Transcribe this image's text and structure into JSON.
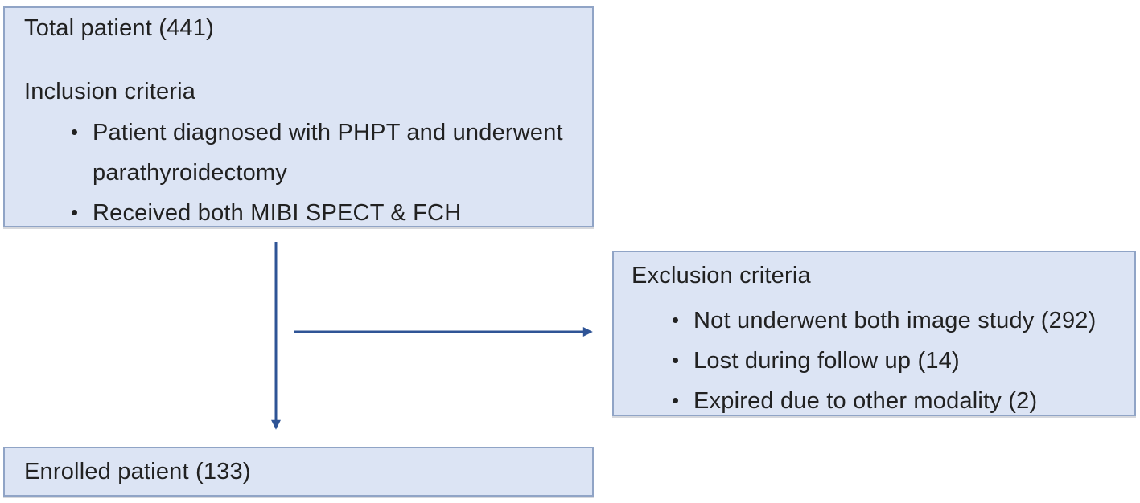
{
  "colors": {
    "box_fill": "#dce4f4",
    "box_border": "#90a4c6",
    "arrow": "#2f5496",
    "text": "#212121",
    "background": "#ffffff"
  },
  "boxes": {
    "total_patient": {
      "title": "Total patient (441)",
      "heading": "Inclusion criteria",
      "bullets": [
        "Patient diagnosed with PHPT and underwent parathyroidectomy",
        "Received both MIBI SPECT & FCH"
      ]
    },
    "exclusion": {
      "heading": "Exclusion criteria",
      "bullets": [
        "Not underwent both image study (292)",
        "Lost during follow up (14)",
        "Expired due to other modality (2)"
      ]
    },
    "enrolled": {
      "title": "Enrolled patient (133)"
    }
  },
  "arrows": [
    {
      "name": "total-to-enrolled",
      "direction": "down"
    },
    {
      "name": "total-to-exclusion",
      "direction": "right"
    }
  ]
}
